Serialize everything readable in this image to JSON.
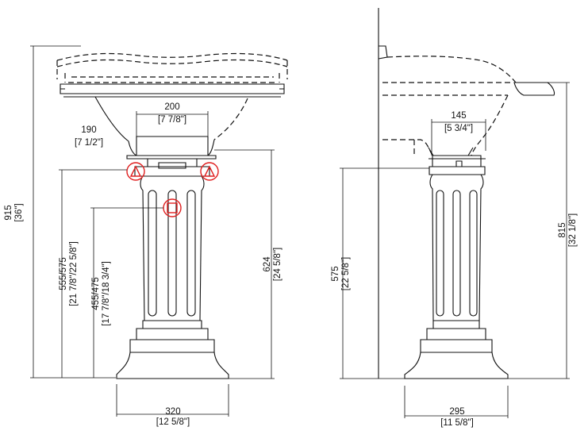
{
  "front_view": {
    "dim_overall_height": {
      "mm": "915",
      "inch": "[36\"]"
    },
    "dim_top_width": {
      "mm": "200",
      "inch": "[7 7/8\"]"
    },
    "dim_neck_width": {
      "mm": "190",
      "inch": "[7 1/2\"]"
    },
    "dim_drain_height": {
      "mm": "555/575",
      "inch": "[21 7/8\"/22 5/8\"]"
    },
    "dim_supply_height": {
      "mm": "455/475",
      "inch": "[17 7/8\"/18 3/4\"]"
    },
    "dim_pedestal_height": {
      "mm": "624",
      "inch": "[24 5/8\"]"
    },
    "dim_base_width": {
      "mm": "320",
      "inch": "[12 5/8\"]"
    }
  },
  "side_view": {
    "dim_neck_depth": {
      "mm": "145",
      "inch": "[5 3/4\"]"
    },
    "dim_pedestal_height": {
      "mm": "575",
      "inch": "[22 5/8\"]"
    },
    "dim_overall_height": {
      "mm": "815",
      "inch": "[32 1/8\"]"
    },
    "dim_base_depth": {
      "mm": "295",
      "inch": "[11 5/8\"]"
    }
  },
  "colors": {
    "line": "#111111",
    "highlight": "#e02020",
    "background": "#ffffff"
  }
}
